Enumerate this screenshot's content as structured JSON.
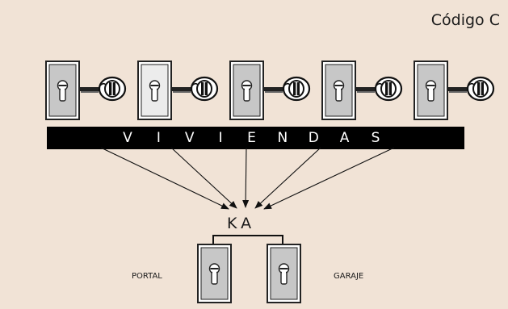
{
  "diagram": {
    "code_label": "Código C",
    "apartments_label": "VIVIENDAS",
    "apartment_count": 5,
    "highlighted_apartment": 2,
    "master_key_label": "KA",
    "left_lock_label": "PORTAL",
    "right_lock_label": "GARAJE",
    "colors": {
      "background": "#f1e3d6",
      "band": "#000000",
      "plate": "#c7c7c7",
      "plate_highlight": "#ececec",
      "line": "#111111"
    },
    "icons": [
      "door-lock-cylinder-icon",
      "key-icon",
      "arrow-icon"
    ]
  }
}
